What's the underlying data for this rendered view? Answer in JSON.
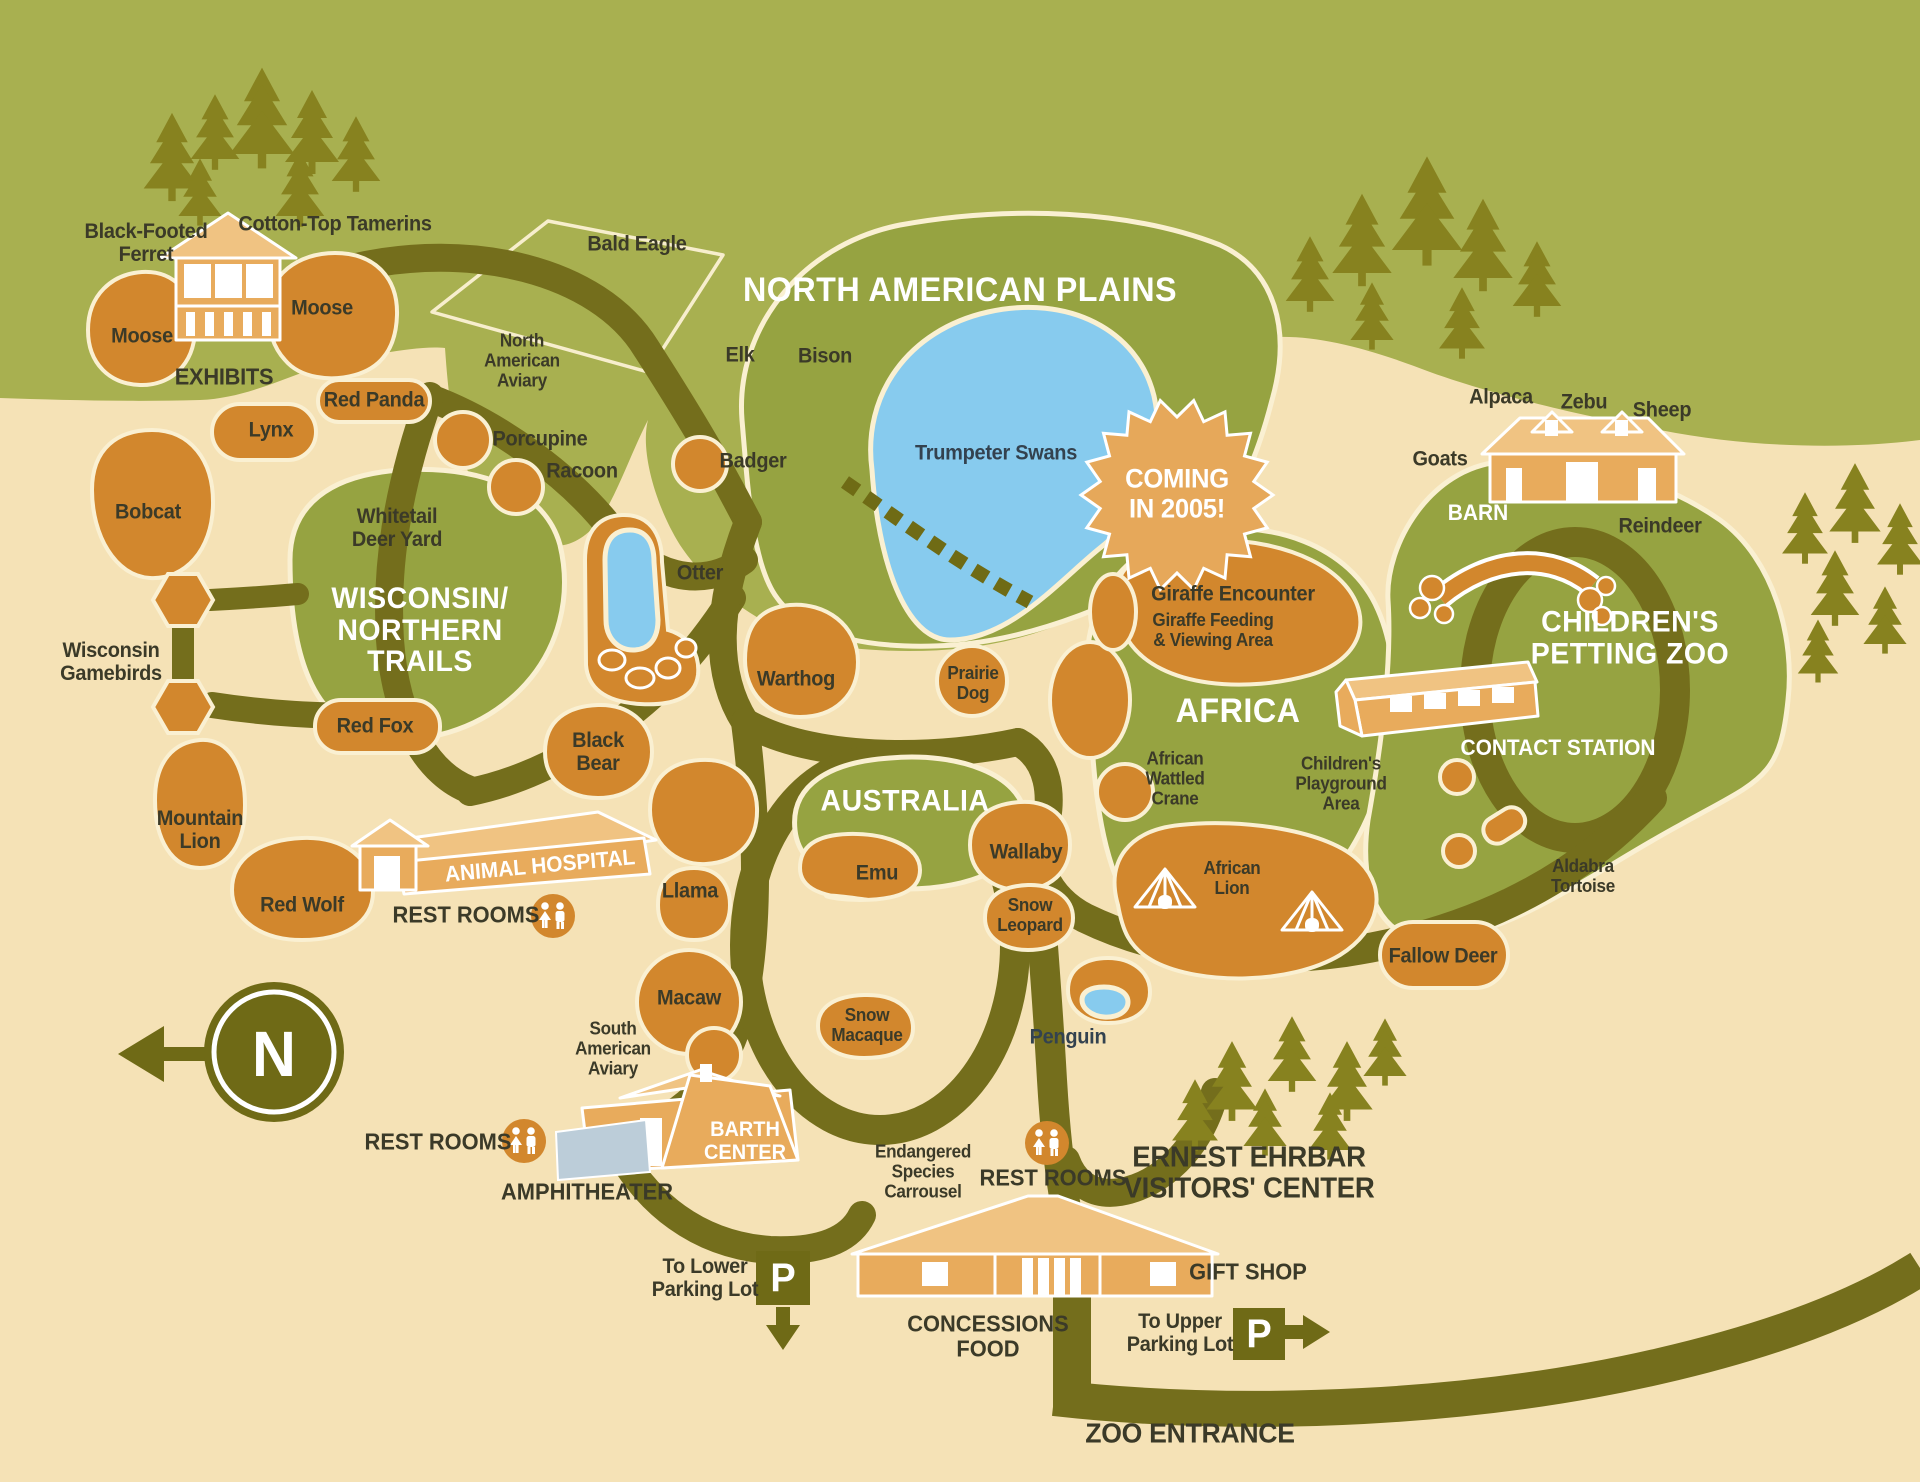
{
  "colors": {
    "hill": "#a8b050",
    "ground": "#f5e2b6",
    "zone": "#96a341",
    "outline": "#faf0d2",
    "path": "#746e1c",
    "sign": "#6f6a16",
    "water": "#87cbee",
    "exhibit": "#d2872d",
    "building": "#e8ab5c",
    "building_roof": "#f0c382",
    "sunburst": "#e6a85a",
    "amphitheater": "#bccdd9",
    "tree": "#87821f",
    "ink": "#3b3a28",
    "white": "#ffffff"
  },
  "zones": {
    "north_american_plains": "NORTH AMERICAN PLAINS",
    "wisconsin_northern_trails": "WISCONSIN/\nNORTHERN\nTRAILS",
    "australia": "AUSTRALIA",
    "africa": "AFRICA",
    "childrens_petting_zoo": "CHILDREN'S\nPETTING ZOO"
  },
  "labels": {
    "black_footed_ferret": "Black-Footed\nFerret",
    "cotton_top_tamerins": "Cotton-Top Tamerins",
    "moose": "Moose",
    "exhibits": "EXHIBITS",
    "bald_eagle": "Bald Eagle",
    "north_american_aviary": "North\nAmerican\nAviary",
    "red_panda": "Red Panda",
    "lynx": "Lynx",
    "bobcat": "Bobcat",
    "porcupine": "Porcupine",
    "racoon": "Racoon",
    "badger": "Badger",
    "elk": "Elk",
    "bison": "Bison",
    "trumpeter_swans": "Trumpeter Swans",
    "whitetail_deer_yard": "Whitetail\nDeer Yard",
    "wisconsin_gamebirds": "Wisconsin\nGamebirds",
    "otter": "Otter",
    "red_fox": "Red Fox",
    "mountain_lion": "Mountain\nLion",
    "red_wolf": "Red Wolf",
    "black_bear": "Black\nBear",
    "warthog": "Warthog",
    "prairie_dog": "Prairie\nDog",
    "llama": "Llama",
    "emu": "Emu",
    "wallaby": "Wallaby",
    "snow_leopard": "Snow\nLeopard",
    "macaw": "Macaw",
    "snow_macaque": "Snow\nMacaque",
    "penguin": "Penguin",
    "giraffe_encounter": "Giraffe Encounter",
    "giraffe_feeding": "Giraffe Feeding\n& Viewing Area",
    "african_wattled_crane": "African\nWattled\nCrane",
    "african_lion": "African\nLion",
    "childrens_playground": "Children's\nPlayground\nArea",
    "alpaca": "Alpaca",
    "zebu": "Zebu",
    "sheep": "Sheep",
    "goats": "Goats",
    "reindeer": "Reindeer",
    "aldabra_tortoise": "Aldabra\nTortoise",
    "fallow_deer": "Fallow Deer",
    "south_american_aviary": "South\nAmerican\nAviary",
    "coming_in_2005": "COMING\nIN 2005!",
    "barn": "BARN",
    "contact_station": "CONTACT STATION",
    "animal_hospital": "ANIMAL HOSPITAL",
    "rest_rooms": "REST ROOMS",
    "amphitheater": "AMPHITHEATER",
    "barth_center": "BARTH\nCENTER",
    "endangered_species_carrousel": "Endangered\nSpecies\nCarrousel",
    "visitors_center": "ERNEST EHRBAR\nVISITORS' CENTER",
    "gift_shop": "GIFT SHOP",
    "concessions_food": "CONCESSIONS\nFOOD",
    "zoo_entrance": "ZOO ENTRANCE",
    "to_lower_parking": "To Lower\nParking Lot",
    "to_upper_parking": "To Upper\nParking Lot"
  },
  "symbols": {
    "parking": "P",
    "north": "N"
  }
}
